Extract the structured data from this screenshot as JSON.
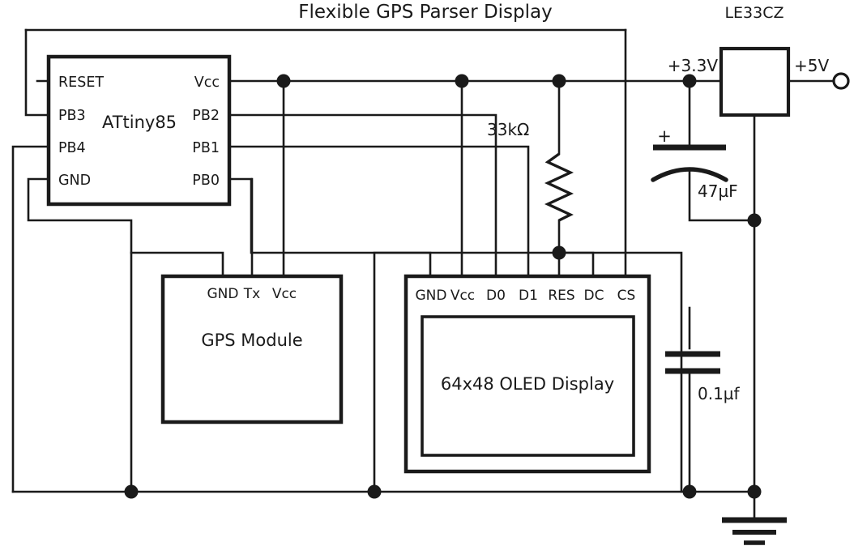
{
  "diagram": {
    "title": "Flexible GPS Parser Display",
    "type": "schematic"
  },
  "mcu": {
    "name": "ATtiny85",
    "pins_left": [
      "RESET",
      "PB3",
      "PB4",
      "GND"
    ],
    "pins_right": [
      "Vcc",
      "PB2",
      "PB1",
      "PB0"
    ]
  },
  "gps": {
    "name": "GPS Module",
    "pins": [
      "GND",
      "Tx",
      "Vcc"
    ]
  },
  "oled": {
    "name": "64x48 OLED Display",
    "pins": [
      "GND",
      "Vcc",
      "D0",
      "D1",
      "RES",
      "DC",
      "CS"
    ]
  },
  "regulator": {
    "name": "LE33CZ",
    "input_label": "+5V",
    "output_label": "+3.3V"
  },
  "components": {
    "resistor_value": "33kΩ",
    "cap_electrolytic_value": "47µF",
    "cap_electrolytic_polarity": "+",
    "cap_ceramic_value": "0.1µf"
  },
  "symbols": {
    "ground": "ground-symbol",
    "power_terminal": "terminal-circle"
  },
  "colors": {
    "line": "#1a1a1a",
    "background": "#ffffff"
  }
}
